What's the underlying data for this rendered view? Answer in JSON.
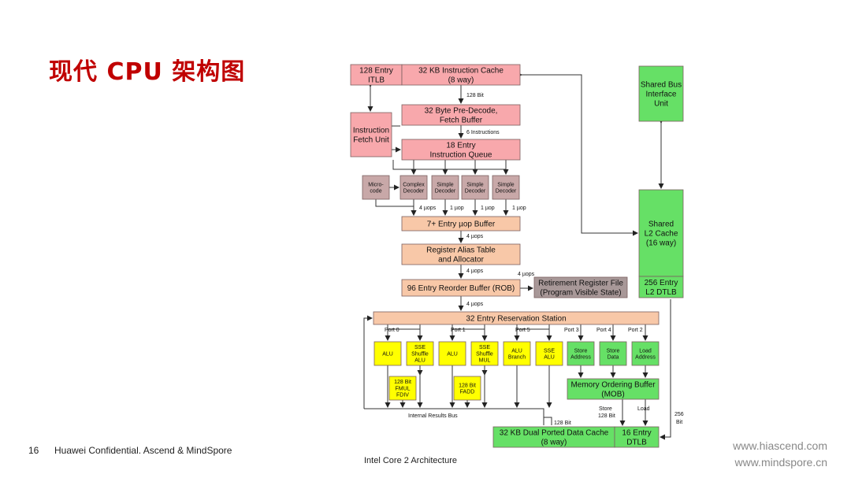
{
  "slide": {
    "title": "现代 CPU 架构图",
    "page_number": "16",
    "footer": "Huawei Confidential. Ascend & MindSpore",
    "caption": "Intel Core 2 Architecture",
    "links": [
      "www.hiascend.com",
      "www.mindspore.cn"
    ]
  },
  "colors": {
    "title": "#c00000",
    "pink_block": "#f8a8ac",
    "orange_block": "#f8c8a8",
    "gray_block": "#c8a8a8",
    "yellow_unit": "#ffff00",
    "green_unit": "#66e066",
    "dark_gray_block": "#a89898"
  },
  "diagram": {
    "blocks": [
      {
        "id": "itlb",
        "lines": [
          "128 Entry",
          "ITLB"
        ]
      },
      {
        "id": "icache",
        "lines": [
          "32 KB Instruction Cache",
          "(8 way)"
        ]
      },
      {
        "id": "predecode",
        "lines": [
          "32 Byte Pre-Decode,",
          "Fetch Buffer"
        ]
      },
      {
        "id": "fetch",
        "lines": [
          "Instruction",
          "Fetch Unit"
        ]
      },
      {
        "id": "iqueue",
        "lines": [
          "18 Entry",
          "Instruction Queue"
        ]
      },
      {
        "id": "microcode",
        "lines": [
          "Micro-",
          "code"
        ]
      },
      {
        "id": "complex-decoder",
        "lines": [
          "Complex",
          "Decoder"
        ]
      },
      {
        "id": "simple-decoder-1",
        "lines": [
          "Simple",
          "Decoder"
        ]
      },
      {
        "id": "simple-decoder-2",
        "lines": [
          "Simple",
          "Decoder"
        ]
      },
      {
        "id": "simple-decoder-3",
        "lines": [
          "Simple",
          "Decoder"
        ]
      },
      {
        "id": "uop-buffer",
        "lines": [
          "7+ Entry µop Buffer"
        ]
      },
      {
        "id": "rat",
        "lines": [
          "Register Alias Table",
          "and Allocator"
        ]
      },
      {
        "id": "rob",
        "lines": [
          "96 Entry Reorder Buffer (ROB)"
        ]
      },
      {
        "id": "rrf",
        "lines": [
          "Retirement Register File",
          "(Program Visible State)"
        ]
      },
      {
        "id": "rs",
        "lines": [
          "32 Entry Reservation Station"
        ]
      },
      {
        "id": "alu-0",
        "lines": [
          "ALU"
        ]
      },
      {
        "id": "sse-shuffle-alu",
        "lines": [
          "SSE",
          "Shuffle",
          "ALU"
        ]
      },
      {
        "id": "alu-1",
        "lines": [
          "ALU"
        ]
      },
      {
        "id": "sse-shuffle-mul",
        "lines": [
          "SSE",
          "Shuffle",
          "MUL"
        ]
      },
      {
        "id": "alu-branch",
        "lines": [
          "ALU",
          "Branch"
        ]
      },
      {
        "id": "sse-alu",
        "lines": [
          "SSE",
          "ALU"
        ]
      },
      {
        "id": "store-address",
        "lines": [
          "Store",
          "Address"
        ]
      },
      {
        "id": "store-data",
        "lines": [
          "Store",
          "Data"
        ]
      },
      {
        "id": "load-address",
        "lines": [
          "Load",
          "Address"
        ]
      },
      {
        "id": "fmul-fdiv",
        "lines": [
          "128 Bit",
          "FMUL",
          "FDIV"
        ]
      },
      {
        "id": "fadd",
        "lines": [
          "128 Bit",
          "FADD"
        ]
      },
      {
        "id": "mob",
        "lines": [
          "Memory Ordering Buffer",
          "(MOB)"
        ]
      },
      {
        "id": "dcache",
        "lines": [
          "32 KB Dual Ported Data Cache",
          "(8 way)"
        ]
      },
      {
        "id": "dtlb",
        "lines": [
          "16 Entry",
          "DTLB"
        ]
      },
      {
        "id": "bus-interface",
        "lines": [
          "Shared Bus",
          "Interface",
          "Unit"
        ]
      },
      {
        "id": "l2-cache",
        "lines": [
          "Shared",
          "L2 Cache",
          "(16 way)"
        ]
      },
      {
        "id": "l2-dtlb",
        "lines": [
          "256 Entry",
          "L2 DTLB"
        ]
      }
    ],
    "annotations": [
      {
        "id": "bus-128bit-top",
        "text": "128 Bit"
      },
      {
        "id": "six-instructions",
        "text": "6 Instructions"
      },
      {
        "id": "uops-microcode",
        "text": "4 µops"
      },
      {
        "id": "uops-d1",
        "text": "1 µop"
      },
      {
        "id": "uops-d2",
        "text": "1 µop"
      },
      {
        "id": "uops-d3",
        "text": "1 µop"
      },
      {
        "id": "uops-buffer-rat",
        "text": "4 µops"
      },
      {
        "id": "uops-rat-rob",
        "text": "4 µops"
      },
      {
        "id": "uops-retire",
        "text": "4 µops"
      },
      {
        "id": "uops-rob-rs",
        "text": "4 µops"
      },
      {
        "id": "port-0",
        "text": "Port 0"
      },
      {
        "id": "port-1",
        "text": "Port 1"
      },
      {
        "id": "port-5",
        "text": "Port 5"
      },
      {
        "id": "port-3",
        "text": "Port 3"
      },
      {
        "id": "port-4",
        "text": "Port 4"
      },
      {
        "id": "port-2",
        "text": "Port 2"
      },
      {
        "id": "results-bus",
        "text": "Internal Results Bus"
      },
      {
        "id": "store-128",
        "text": "Store"
      },
      {
        "id": "store-128b",
        "text": "128 Bit"
      },
      {
        "id": "load-label",
        "text": "Load"
      },
      {
        "id": "bus-128bit-bottom",
        "text": "128 Bit"
      },
      {
        "id": "bus-256",
        "text": "256"
      },
      {
        "id": "bus-256b",
        "text": "Bit"
      }
    ]
  }
}
